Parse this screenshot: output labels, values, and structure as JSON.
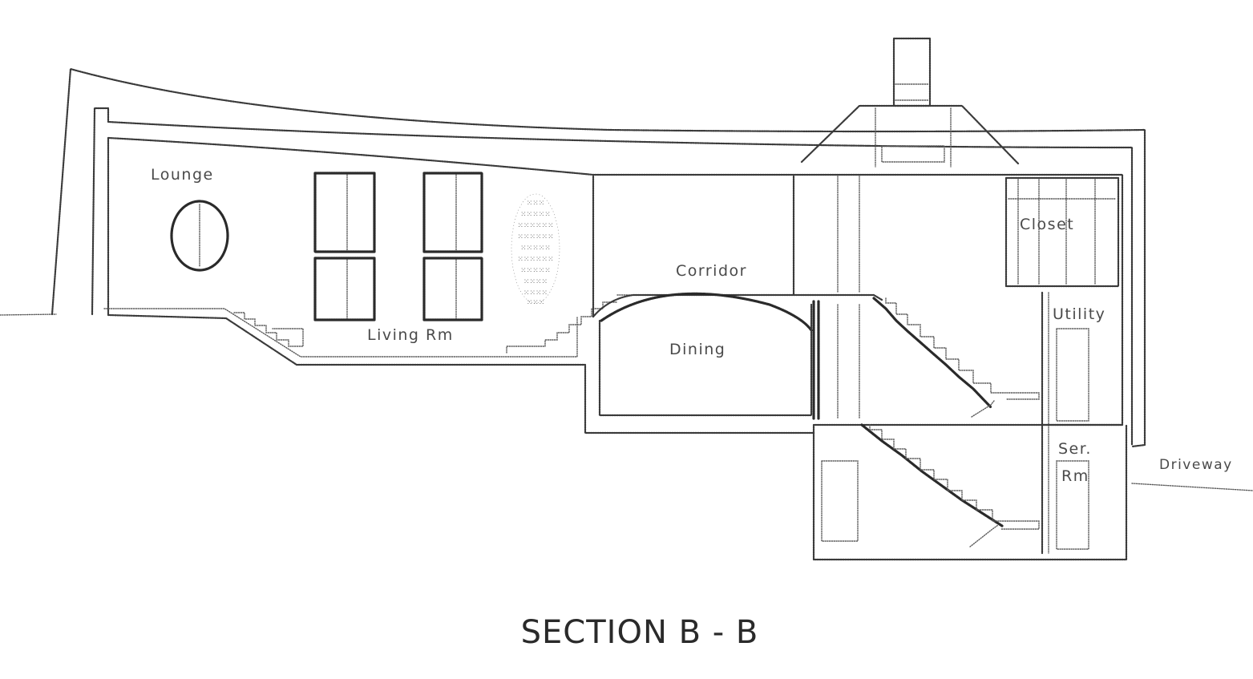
{
  "title": "SECTION B - B",
  "rooms": {
    "lounge": "Lounge",
    "living": "Living Rm",
    "corridor": "Corridor",
    "dining": "Dining",
    "closet": "Closet",
    "utility": "Utility",
    "servant_line1": "Ser.",
    "servant_line2": "Rm",
    "driveway": "Driveway"
  }
}
